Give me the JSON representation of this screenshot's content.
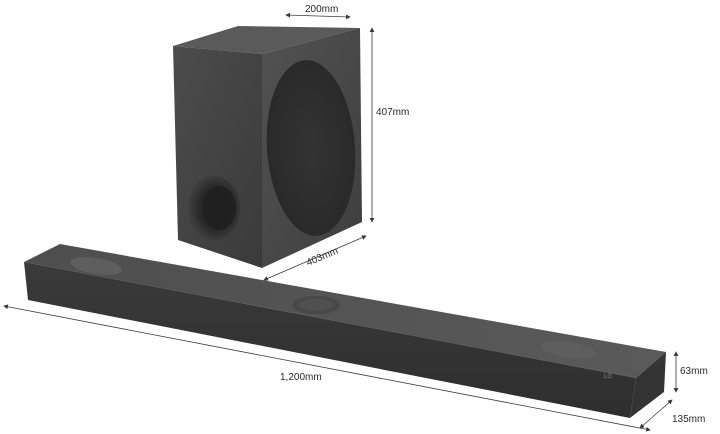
{
  "dimensions": {
    "subwoofer_depth": "200mm",
    "subwoofer_height": "407mm",
    "subwoofer_width": "403mm",
    "soundbar_width": "1,200mm",
    "soundbar_height": "63mm",
    "soundbar_depth": "135mm"
  },
  "brand_mark": "LG",
  "colors": {
    "body_dark": "#3c3c3c",
    "body_mid": "#4a4a4a",
    "grille": "#555555",
    "dimension_line": "#3a3a3a"
  }
}
